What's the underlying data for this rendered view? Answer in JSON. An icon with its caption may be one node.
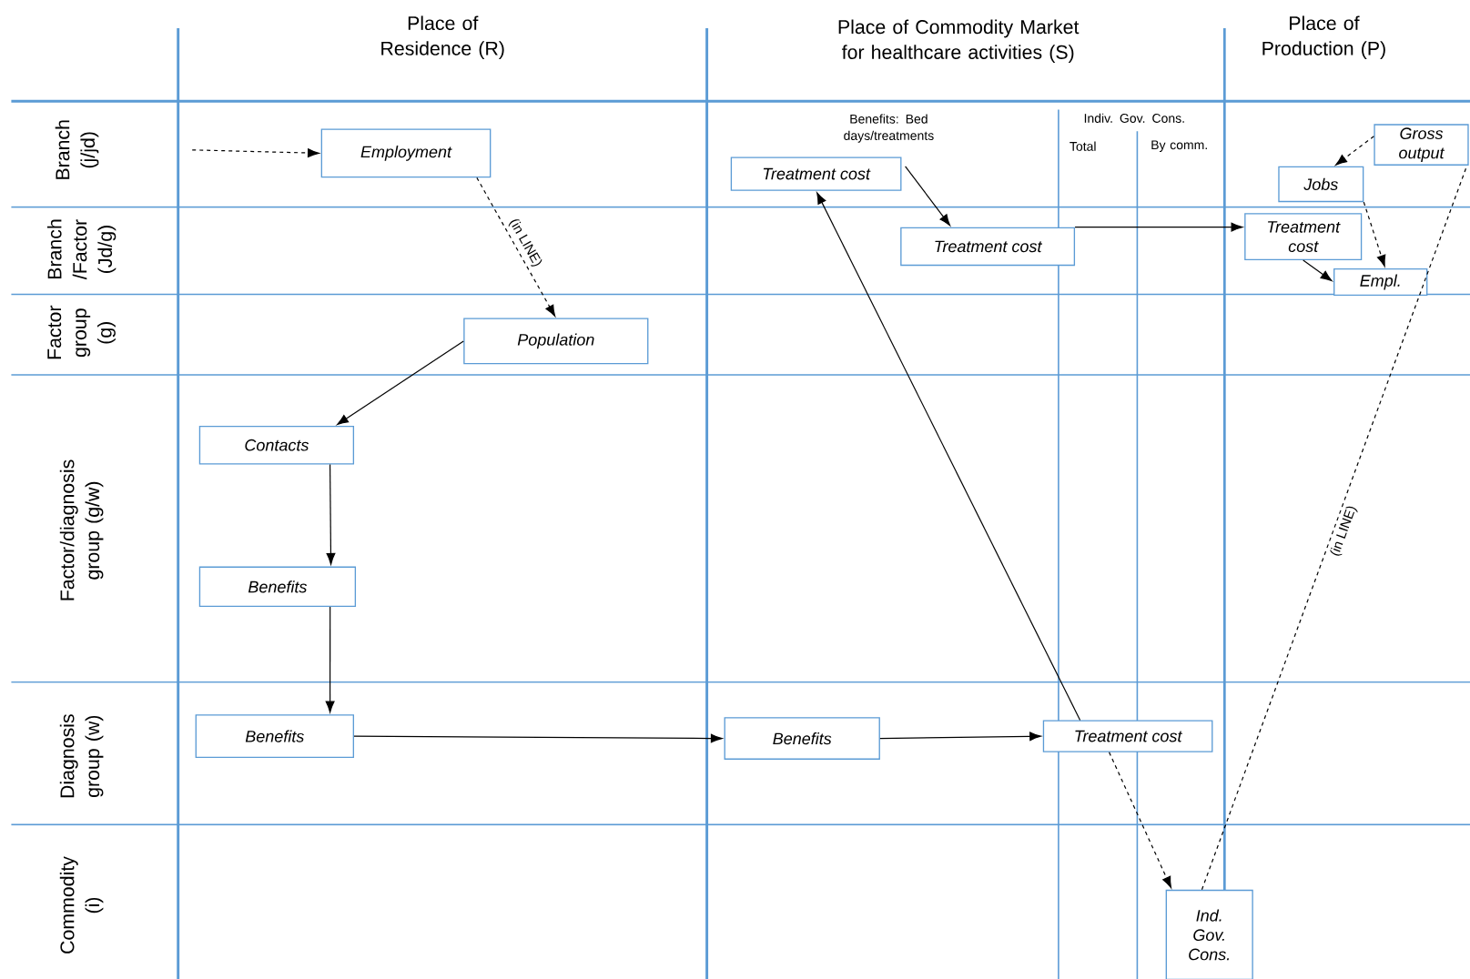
{
  "diagram": {
    "nodes": [
      {
        "text": [
          "Employment"
        ]
      },
      {
        "text": [
          "Population"
        ]
      },
      {
        "text": [
          "Contacts"
        ]
      },
      {
        "text": [
          "Benefits"
        ]
      },
      {
        "text": [
          "Benefits"
        ]
      },
      {
        "text": [
          "Benefits"
        ]
      },
      {
        "text": [
          "Treatment cost"
        ]
      },
      {
        "text": [
          "Treatment cost"
        ]
      },
      {
        "text": [
          "Treatment cost"
        ]
      },
      {
        "text": [
          "Treatment cost"
        ]
      },
      {
        "text": [
          "Jobs"
        ]
      },
      {
        "text": [
          "Gross output"
        ]
      },
      {
        "text": [
          "Empl."
        ]
      },
      {
        "text": [
          "Ind. Gov. Cons."
        ]
      }
    ],
    "edges": [
      {
        "from": null,
        "to": 0,
        "arrow": "to",
        "style": "dashed"
      },
      {
        "from": 0,
        "to": 1,
        "arrow": "to",
        "style": "dashed",
        "label": "(in LINE)"
      },
      {
        "from": 1,
        "to": 2,
        "arrow": "to"
      },
      {
        "from": 2,
        "to": 3,
        "arrow": "to"
      },
      {
        "from": 3,
        "to": 4,
        "arrow": "to"
      },
      {
        "from": 4,
        "to": 5,
        "arrow": "to"
      },
      {
        "from": 5,
        "to": 6,
        "arrow": "to"
      },
      {
        "from": 6,
        "to": 7,
        "arrow": "to"
      },
      {
        "from": 7,
        "to": 8,
        "arrow": "to"
      },
      {
        "from": 8,
        "to": 9,
        "arrow": "to"
      },
      {
        "from": 9,
        "to": 12,
        "arrow": "to"
      },
      {
        "from": 10,
        "to": 12,
        "arrow": "to",
        "style": "dashed"
      },
      {
        "from": 11,
        "to": 10,
        "arrow": "to",
        "style": "dashed"
      },
      {
        "from": 6,
        "to": 13,
        "arrow": "to",
        "style": "dashed"
      },
      {
        "from": 13,
        "to": 11,
        "arrow": "none",
        "style": "dashed",
        "label": "(in LINE)"
      }
    ],
    "labels": [
      "Place of Residence (R)",
      "Place of Commodity Market for healthcare activities (S)",
      "Place of Production (P)",
      "Branch (j/jd)",
      "Benefits: Bed days/treatments",
      "Indiv. Gov. Cons.",
      "Total",
      "By comm.",
      "Branch /Factor (Jd/g)",
      "Factor group (g)",
      "Factor/diagnosis group (g/w)",
      "Diagnosis group (w)",
      "Commodity (i)"
    ]
  }
}
